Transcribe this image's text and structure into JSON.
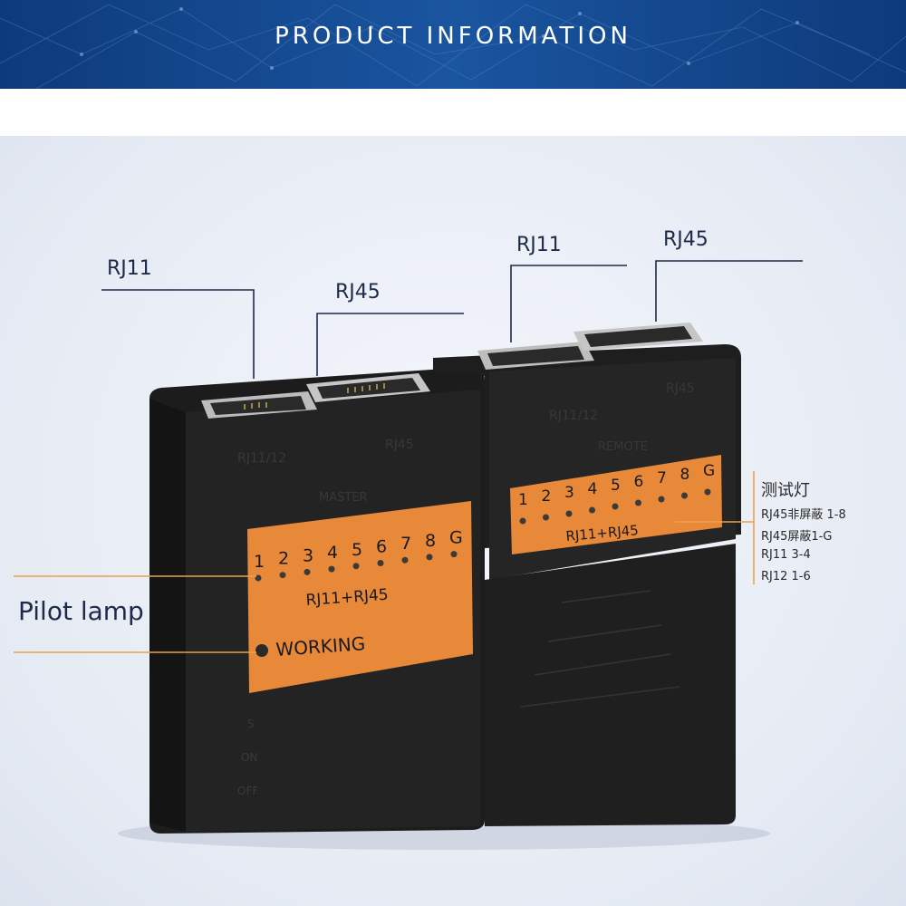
{
  "header": {
    "title": "PRODUCT INFORMATION"
  },
  "callouts": {
    "rj11_left": "RJ11",
    "rj45_left": "RJ45",
    "rj11_right": "RJ11",
    "rj45_right": "RJ45",
    "pilot_lamp": "Pilot lamp"
  },
  "master_unit": {
    "port_rj11_label": "RJ11/12",
    "port_rj45_label": "RJ45",
    "unit_label": "MASTER",
    "led_numbers": [
      "1",
      "2",
      "3",
      "4",
      "5",
      "6",
      "7",
      "8",
      "G"
    ],
    "panel_label": "RJ11+RJ45",
    "working_label": "WORKING",
    "switch_labels": [
      "S",
      "ON",
      "OFF"
    ]
  },
  "remote_unit": {
    "port_rj11_label": "RJ11/12",
    "port_rj45_label": "RJ45",
    "unit_label": "REMOTE",
    "led_numbers": [
      "1",
      "2",
      "3",
      "4",
      "5",
      "6",
      "7",
      "8",
      "G"
    ],
    "panel_label": "RJ11+RJ45"
  },
  "test_lights": {
    "title": "测试灯",
    "items": [
      "RJ45非屏蔽 1-8",
      "RJ45屏蔽1-G",
      "RJ11  3-4",
      "RJ12  1-6"
    ]
  },
  "colors": {
    "header_bg": "#1a4a8c",
    "panel_orange": "#e8893a",
    "device_body": "#1c1c1c",
    "leader_line_blue": "#1d2a4a",
    "leader_line_orange": "#e8a24a"
  }
}
